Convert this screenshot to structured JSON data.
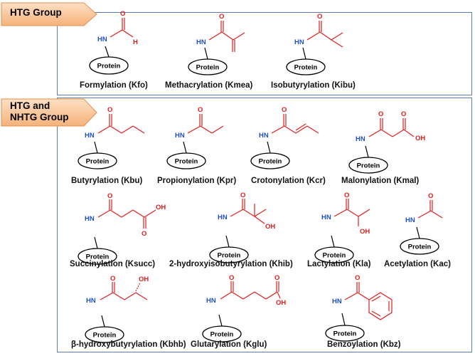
{
  "groups": [
    {
      "title": "HTG Group"
    },
    {
      "title_line1": "HTG and",
      "title_line2": "NHTG Group"
    }
  ],
  "carrier": "Protein",
  "atoms": {
    "amine": "HN",
    "oxygen": "O",
    "hydroxyl": "OH",
    "hydrogen": "H"
  },
  "colors": {
    "nitrogen": "#1f4fc9",
    "modification": "#e21d1d",
    "backbone": "#000000",
    "tag_fill": "#f9c9a0",
    "panel_border": "#5b7fb0"
  },
  "modifications": [
    {
      "label": "Formylation (Kfo)",
      "group": "HTG"
    },
    {
      "label": "Methacrylation (Kmea)",
      "group": "HTG"
    },
    {
      "label": "Isobutyrylation (Kibu)",
      "group": "HTG"
    },
    {
      "label": "Butyrylation (Kbu)",
      "group": "HTG and NHTG"
    },
    {
      "label": "Propionylation (Kpr)",
      "group": "HTG and NHTG"
    },
    {
      "label": "Crotonylation (Kcr)",
      "group": "HTG and NHTG"
    },
    {
      "label": "Malonylation (Kmal)",
      "group": "HTG and NHTG"
    },
    {
      "label": "Succinylation (Ksucc)",
      "group": "HTG and NHTG"
    },
    {
      "label": "2-hydroxyisobutyrylation (Khib)",
      "group": "HTG and NHTG"
    },
    {
      "label": "Lactylation (Kla)",
      "group": "HTG and NHTG"
    },
    {
      "label": "Acetylation (Kac)",
      "group": "HTG and NHTG"
    },
    {
      "label": "β-hydroxybutyrylation (Kbhb)",
      "group": "HTG and NHTG"
    },
    {
      "label": "Glutarylation (Kglu)",
      "group": "HTG and NHTG"
    },
    {
      "label": "Benzoylation (Kbz)",
      "group": "HTG and NHTG"
    }
  ]
}
